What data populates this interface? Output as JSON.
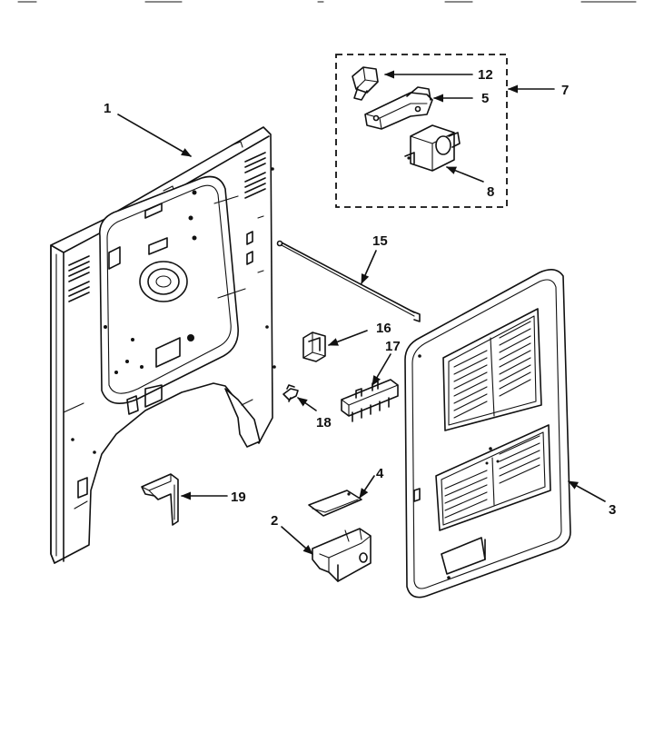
{
  "diagram": {
    "callouts": {
      "c1": "1",
      "c2": "2",
      "c3": "3",
      "c4": "4",
      "c5": "5",
      "c7": "7",
      "c8": "8",
      "c12": "12",
      "c15": "15",
      "c16": "16",
      "c17": "17",
      "c18": "18",
      "c19": "19"
    }
  }
}
